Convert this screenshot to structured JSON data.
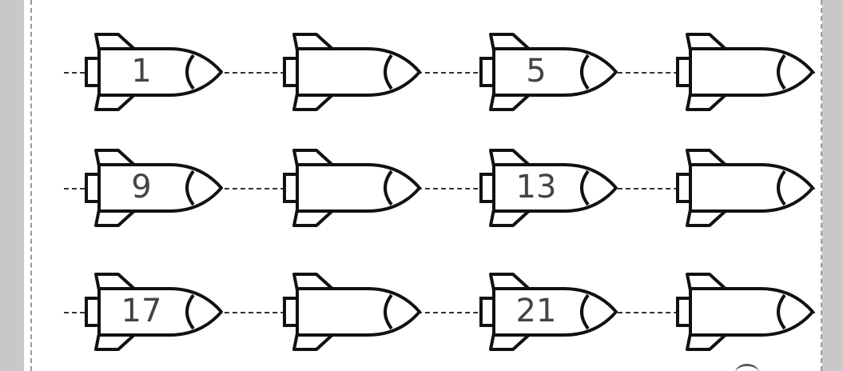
{
  "worksheet": {
    "rows": [
      {
        "rockets": [
          {
            "label": "1"
          },
          {
            "label": ""
          },
          {
            "label": "5"
          },
          {
            "label": ""
          }
        ]
      },
      {
        "rockets": [
          {
            "label": "9"
          },
          {
            "label": ""
          },
          {
            "label": "13"
          },
          {
            "label": ""
          }
        ]
      },
      {
        "rockets": [
          {
            "label": "17"
          },
          {
            "label": ""
          },
          {
            "label": "21"
          },
          {
            "label": ""
          }
        ]
      }
    ]
  },
  "colors": {
    "outline": "#111111",
    "number": "#444444",
    "background": "#ffffff",
    "side_bars": "#c8c8c8"
  },
  "icons": {
    "rocket": "rocket-icon"
  }
}
